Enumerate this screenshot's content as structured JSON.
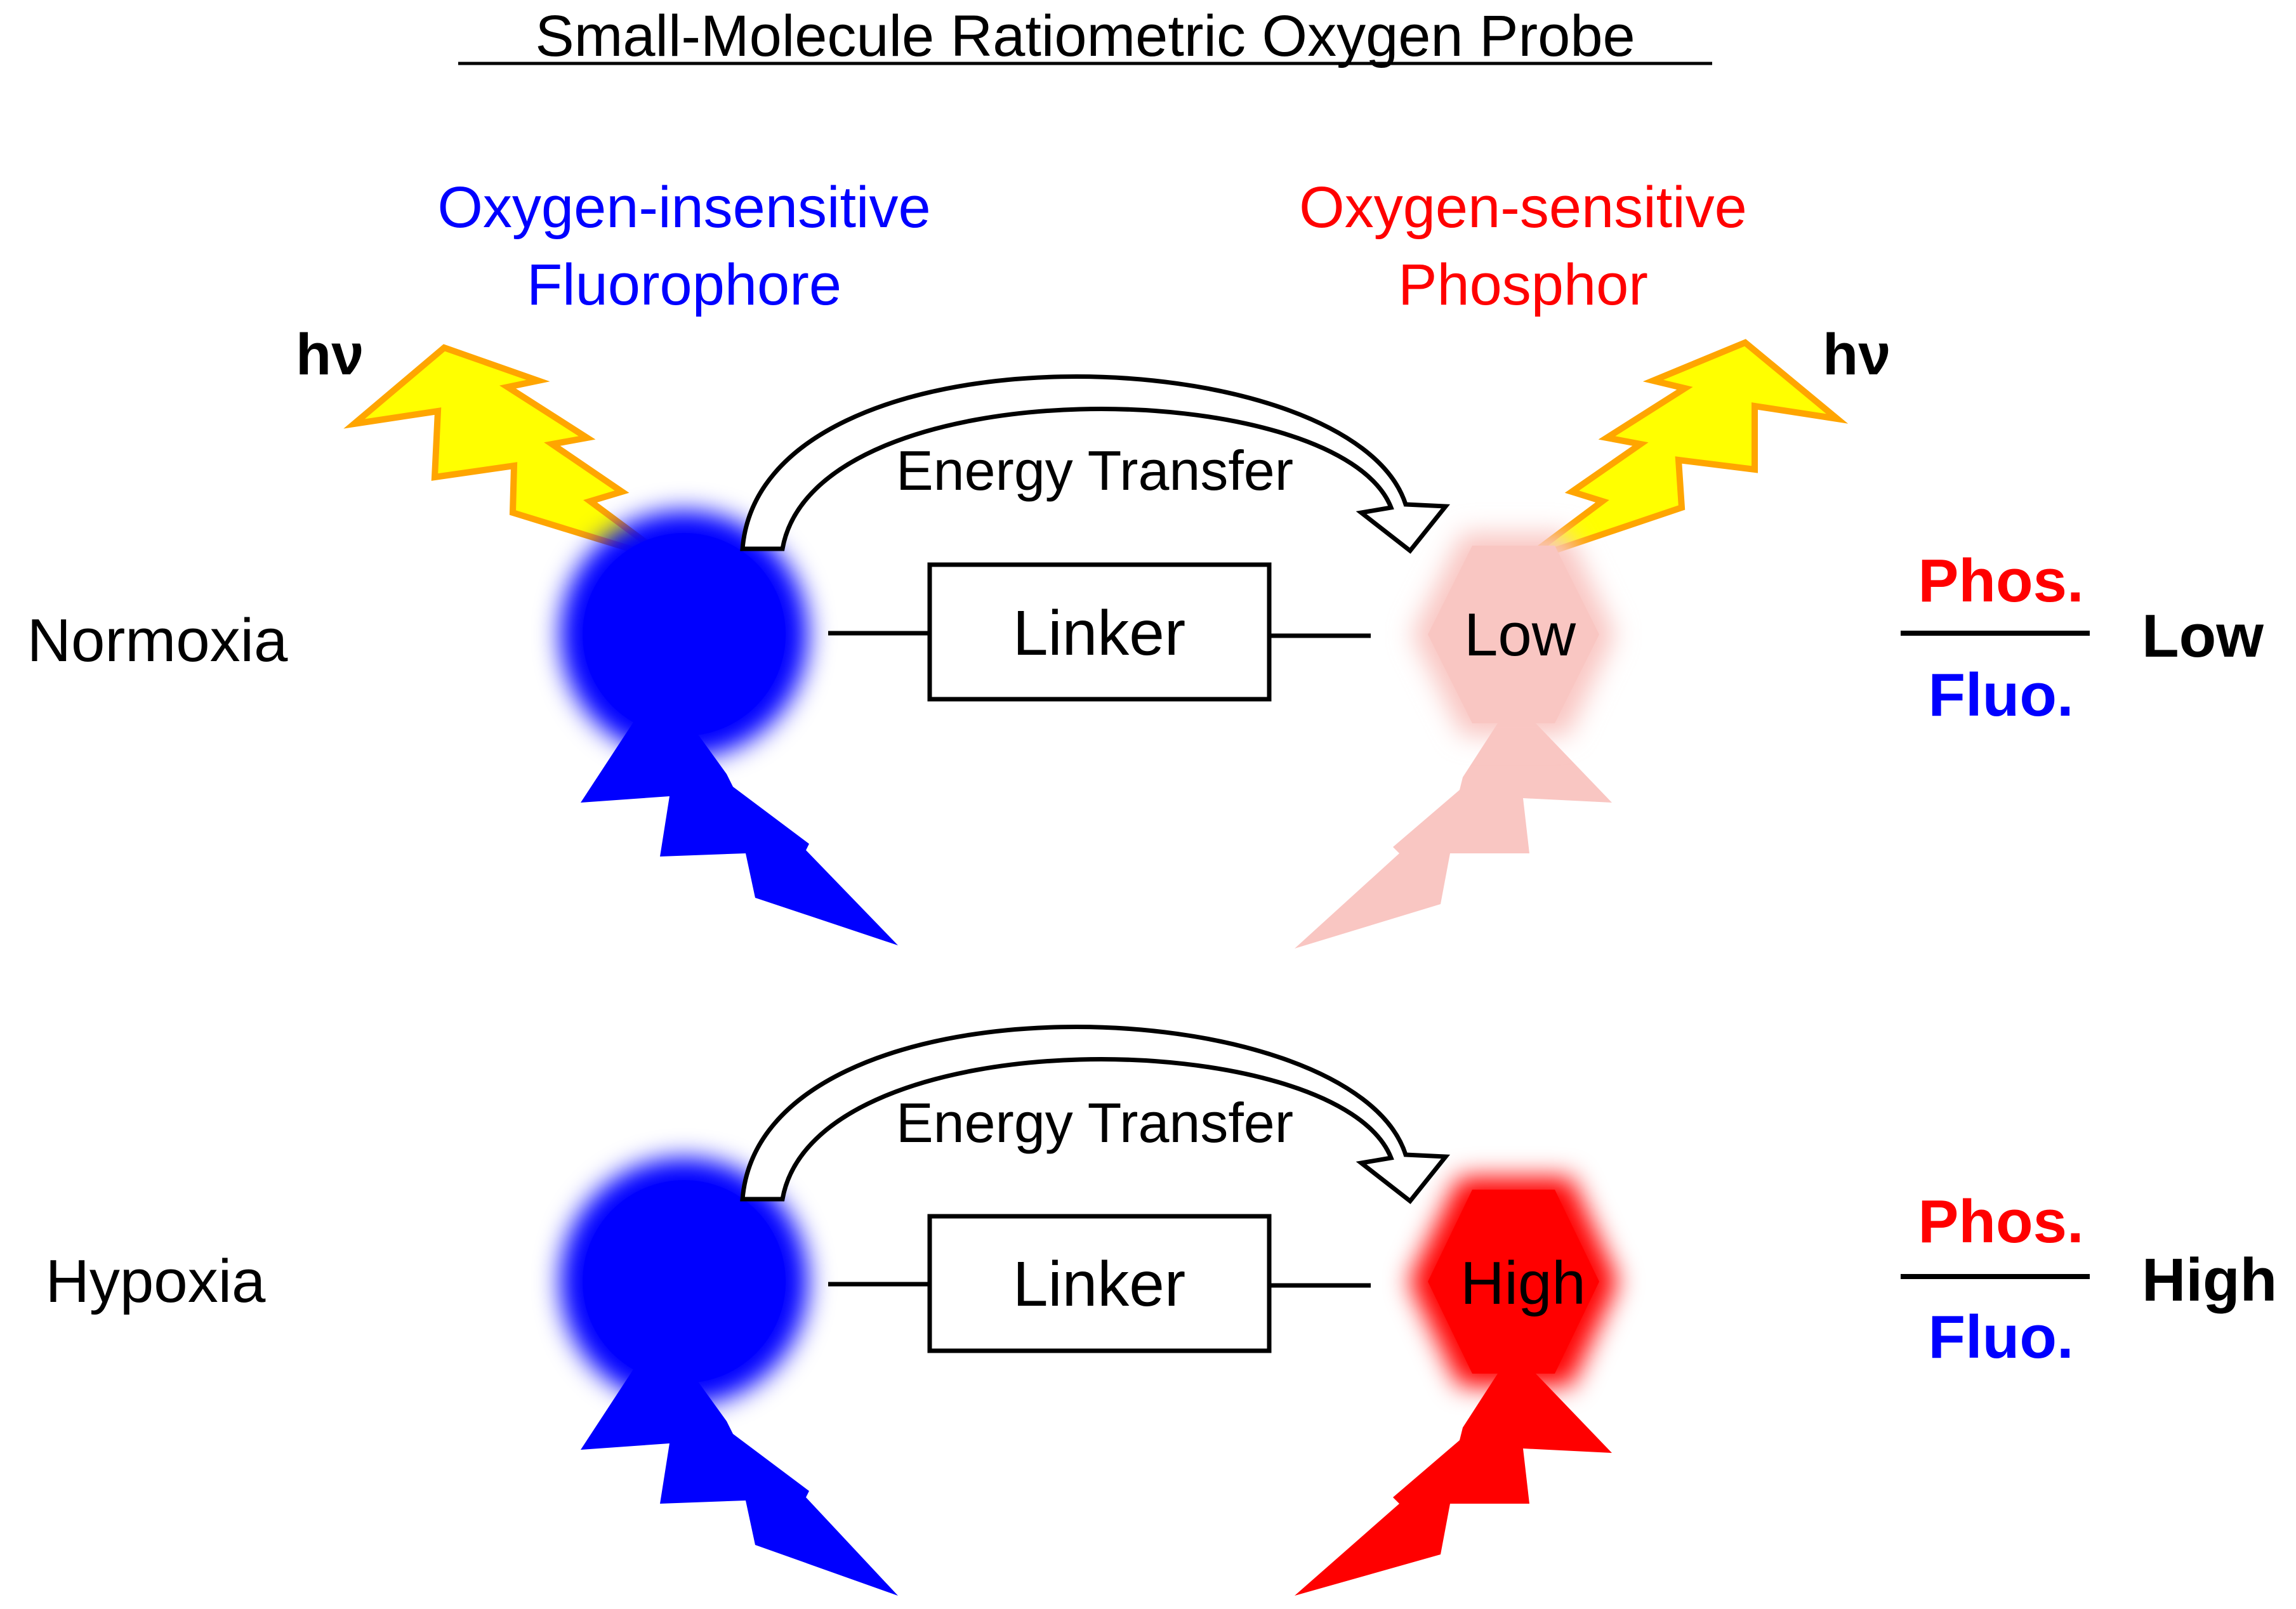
{
  "title": "Small-Molecule Ratiometric Oxygen Probe",
  "fluorophore_label": {
    "line1": "Oxygen-insensitive",
    "line2": "Fluorophore",
    "color": "#0000ff"
  },
  "phosphor_label": {
    "line1": "Oxygen-sensitive",
    "line2": "Phosphor",
    "color": "#ff0000"
  },
  "excitation_label": "hν",
  "colors": {
    "fluorophore": "#0000ff",
    "phosphor_high": "#ff0000",
    "phosphor_low": "#f9c6c2",
    "excitation_fill": "#ffff00",
    "excitation_stroke": "#ffa500"
  },
  "panels": [
    {
      "condition": "Normoxia",
      "energy_transfer_label": "Energy Transfer",
      "linker_label": "Linker",
      "phosphor_state": "Low",
      "ratio": {
        "numerator": "Phos.",
        "denominator": "Fluo.",
        "result": "Low"
      }
    },
    {
      "condition": "Hypoxia",
      "energy_transfer_label": "Energy Transfer",
      "linker_label": "Linker",
      "phosphor_state": "High",
      "ratio": {
        "numerator": "Phos.",
        "denominator": "Fluo.",
        "result": "High"
      }
    }
  ]
}
